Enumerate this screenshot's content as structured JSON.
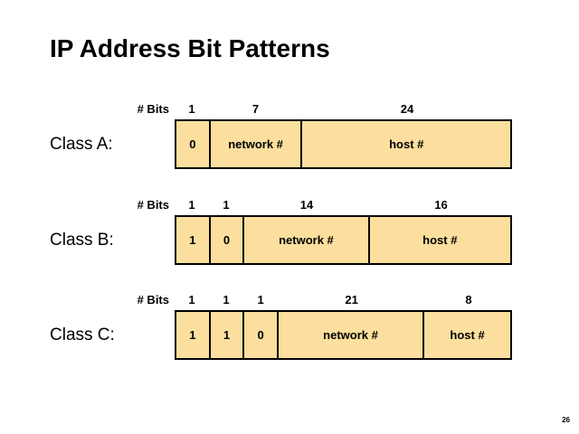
{
  "slide": {
    "title": "IP Address Bit Patterns",
    "page_number": "26",
    "bits_header_label": "# Bits",
    "colors": {
      "cell_fill": "#FCDF9E",
      "border": "#000000",
      "text": "#000000",
      "background": "#FFFFFF"
    }
  },
  "classes": [
    {
      "name": "Class A:",
      "bits_label": "# Bits",
      "fields": [
        {
          "bits": "1",
          "label": "0",
          "width_pct": 10.2
        },
        {
          "bits": "7",
          "label": "network #",
          "width_pct": 27.6
        },
        {
          "bits": "24",
          "label": "host #",
          "width_pct": 62.2
        }
      ]
    },
    {
      "name": "Class B:",
      "bits_label": "# Bits",
      "fields": [
        {
          "bits": "1",
          "label": "1",
          "width_pct": 10.2
        },
        {
          "bits": "1",
          "label": "0",
          "width_pct": 10.2
        },
        {
          "bits": "14",
          "label": "network #",
          "width_pct": 37.5
        },
        {
          "bits": "16",
          "label": "host #",
          "width_pct": 42.1
        }
      ]
    },
    {
      "name": "Class C:",
      "bits_label": "# Bits",
      "fields": [
        {
          "bits": "1",
          "label": "1",
          "width_pct": 10.2
        },
        {
          "bits": "1",
          "label": "1",
          "width_pct": 10.2
        },
        {
          "bits": "1",
          "label": "0",
          "width_pct": 10.2
        },
        {
          "bits": "21",
          "label": "network #",
          "width_pct": 43.7
        },
        {
          "bits": "8",
          "label": "host #",
          "width_pct": 25.7
        }
      ]
    }
  ]
}
